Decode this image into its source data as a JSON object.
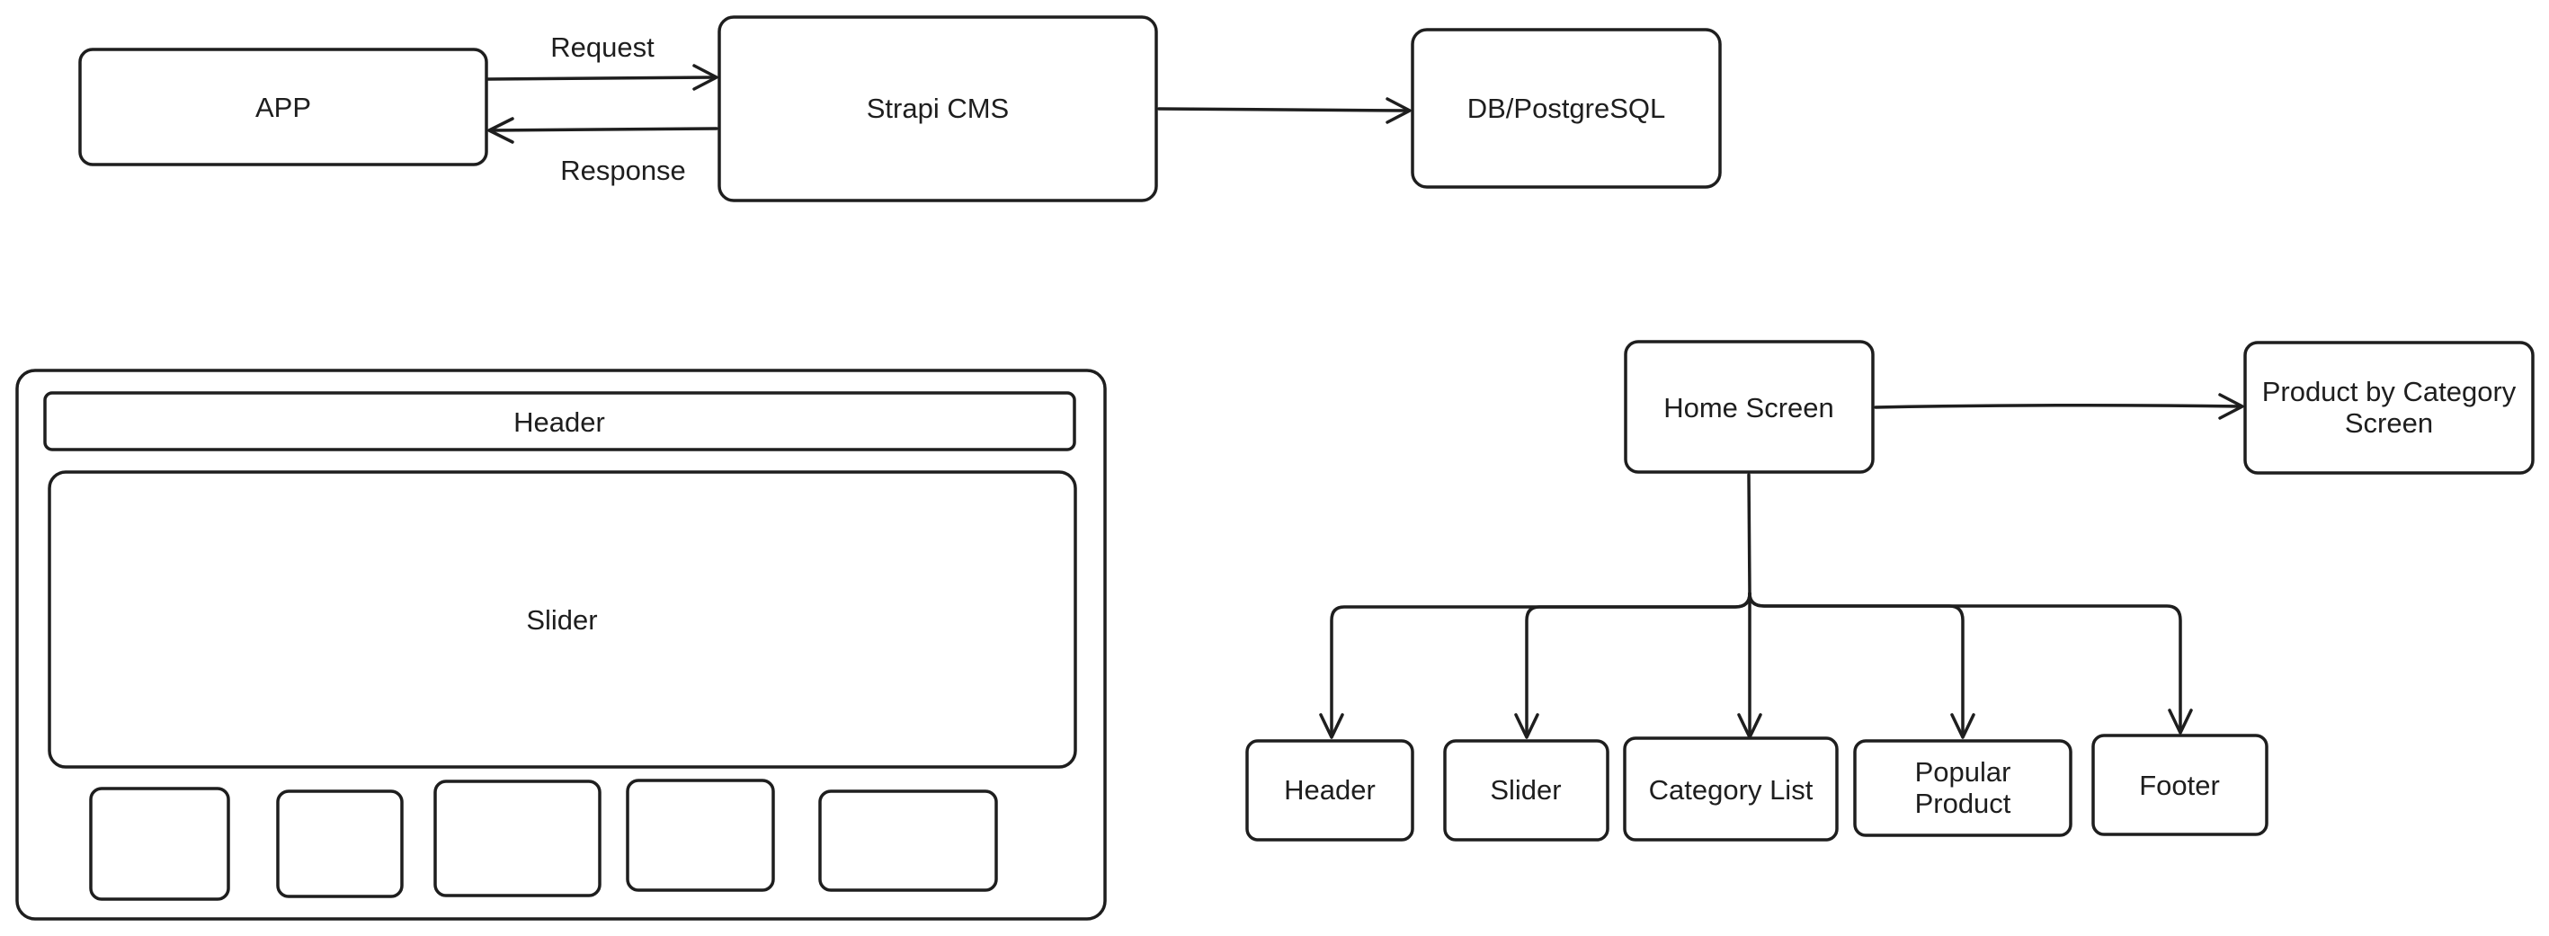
{
  "arch": {
    "app": "APP",
    "cms": "Strapi CMS",
    "db": "DB/PostgreSQL",
    "request": "Request",
    "response": "Response"
  },
  "wireframe": {
    "header": "Header",
    "slider": "Slider"
  },
  "tree": {
    "home": "Home Screen",
    "product_line1": "Product by Category",
    "product_line2": "Screen",
    "children": {
      "header": "Header",
      "slider": "Slider",
      "category": "Category List",
      "popular_line1": "Popular",
      "popular_line2": "Product",
      "footer": "Footer"
    }
  }
}
